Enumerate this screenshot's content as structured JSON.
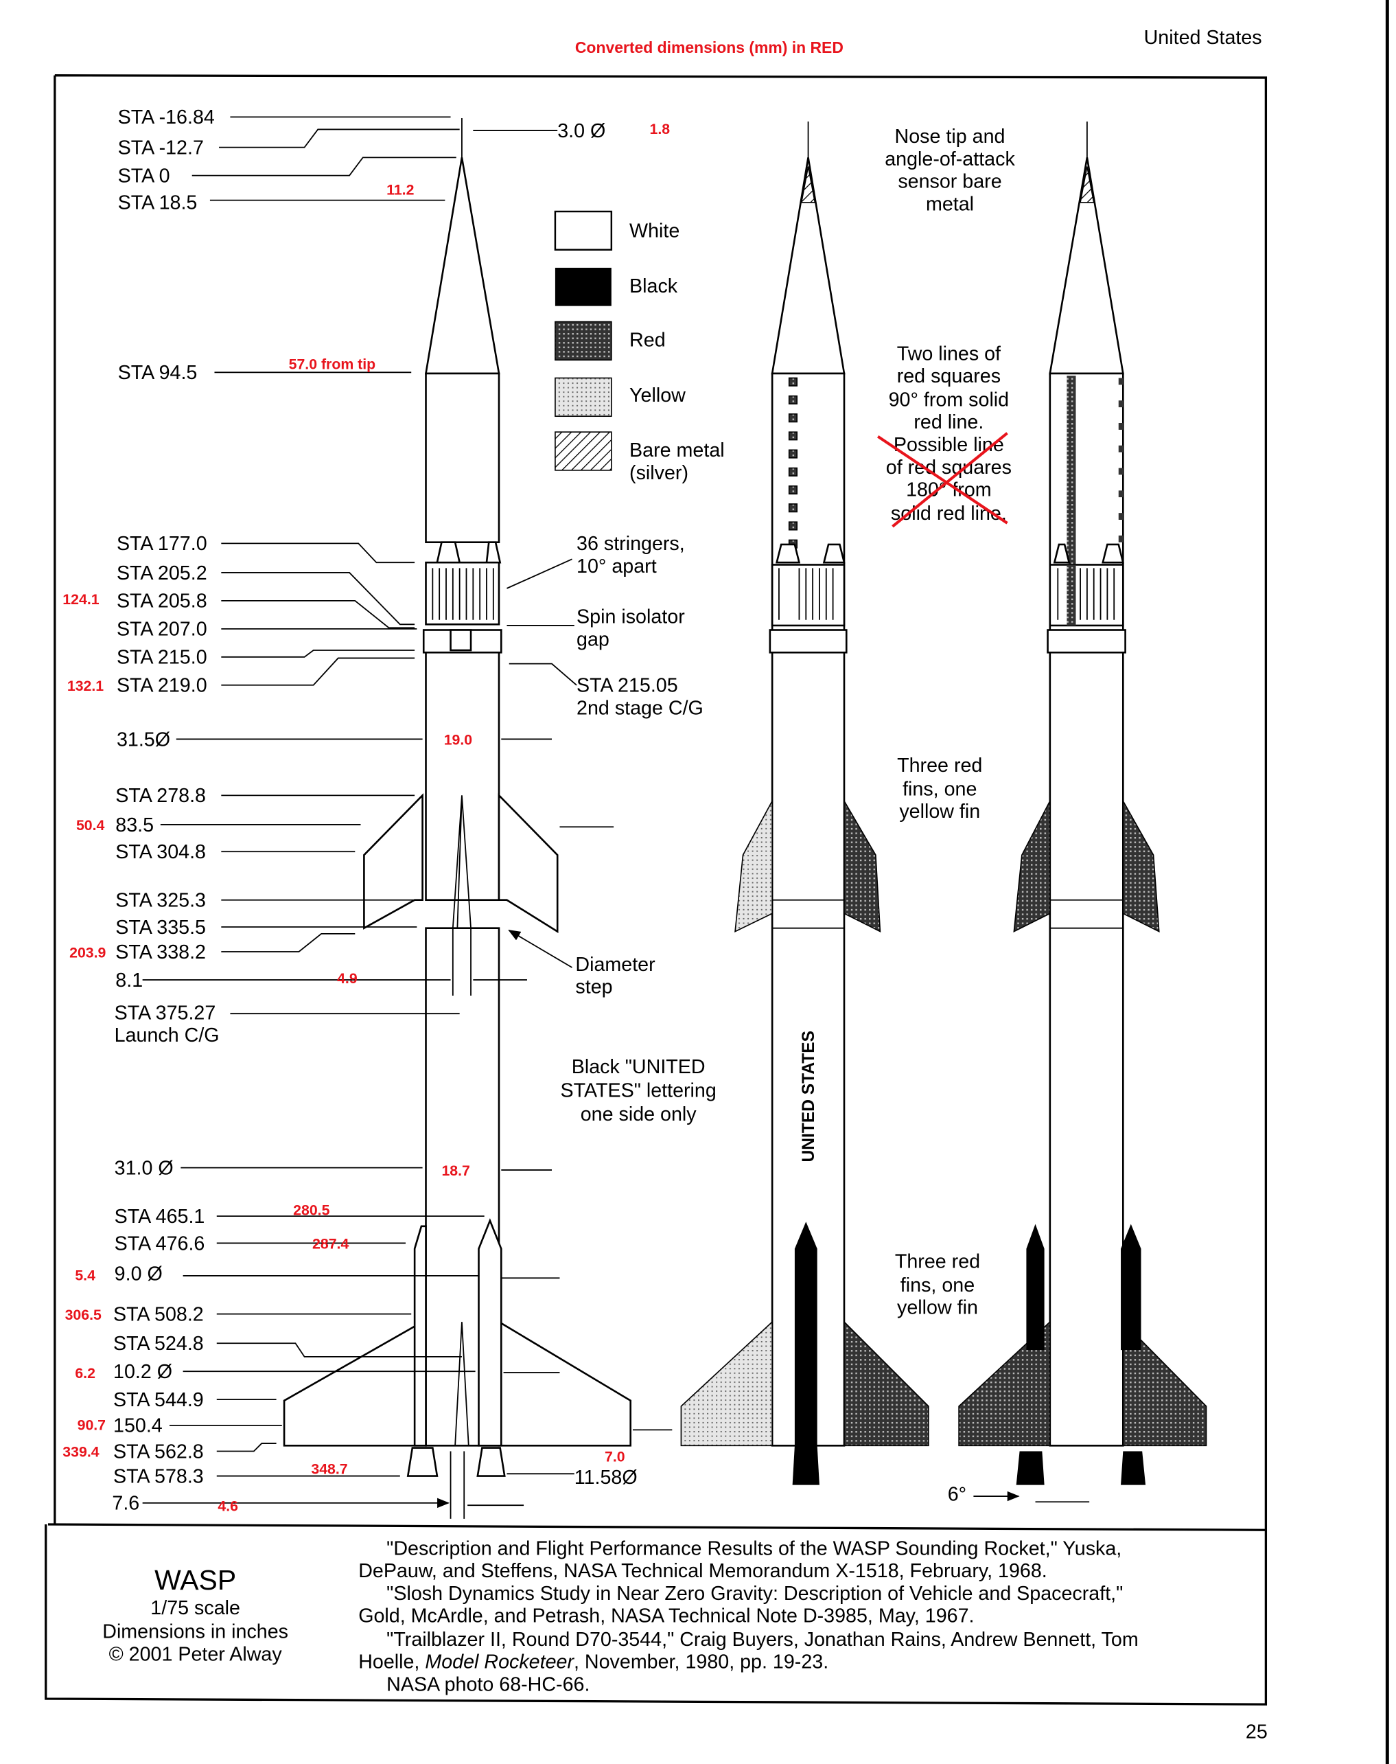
{
  "header": {
    "converted_note": "Converted dimensions (mm) in RED",
    "country": "United States"
  },
  "left_labels": [
    "STA -16.84",
    "STA -12.7",
    "STA 0",
    "STA 18.5",
    "STA 94.5",
    "STA 177.0",
    "STA 205.2",
    "STA 205.8",
    "STA 207.0",
    "STA 215.0",
    "STA 219.0",
    "31.5Ø",
    "STA 278.8",
    "83.5",
    "STA 304.8",
    "STA 325.3",
    "STA 335.5",
    "STA 338.2",
    "8.1",
    "STA 375.27",
    "Launch C/G",
    "31.0 Ø",
    "STA 465.1",
    "STA 476.6",
    "9.0 Ø",
    "STA 508.2",
    "STA 524.8",
    "10.2 Ø",
    "STA 544.9",
    "150.4",
    "STA 562.8",
    "STA 578.3",
    "7.6"
  ],
  "red_labels": [
    "1.8",
    "11.2",
    "57.0 from tip",
    "124.1",
    "132.1",
    "19.0",
    "50.4",
    "203.9",
    "4.9",
    "18.7",
    "280.5",
    "287.4",
    "5.4",
    "306.5",
    "6.2",
    "90.7",
    "339.4",
    "348.7",
    "7.0",
    "4.6"
  ],
  "right_dims": {
    "nose_dia": "3.0 Ø",
    "nozzle_dia": "11.58Ø",
    "cant_angle": "6°"
  },
  "legend": [
    {
      "label": "White",
      "swatch": "white"
    },
    {
      "label": "Black",
      "swatch": "black"
    },
    {
      "label": "Red",
      "swatch": "red-pattern"
    },
    {
      "label": "Yellow",
      "swatch": "yellow-pattern"
    },
    {
      "label": "Bare metal",
      "label2": "(silver)",
      "swatch": "bare-metal-pattern"
    }
  ],
  "annotations": {
    "stringers": [
      "36 stringers,",
      "10° apart"
    ],
    "spin_isolator": [
      "Spin isolator",
      "gap"
    ],
    "second_stage_cg": [
      "STA 215.05",
      "2nd stage C/G"
    ],
    "diameter_step": [
      "Diameter",
      "step"
    ],
    "lettering": [
      "Black \"UNITED",
      "STATES\" lettering",
      "one side only"
    ],
    "nose_tip": [
      "Nose tip and",
      "angle-of-attack",
      "sensor bare",
      "metal"
    ],
    "red_squares": [
      "Two lines of",
      "red squares",
      "90° from solid",
      "red line."
    ],
    "possible_line_crossed": [
      "Possible line",
      "of red squares",
      "180° from",
      "solid red line."
    ],
    "upper_fins": [
      "Three red",
      "fins, one",
      "yellow fin"
    ],
    "lower_fins": [
      "Three red",
      "fins, one",
      "yellow fin"
    ],
    "body_lettering": "UNITED STATES"
  },
  "footer": {
    "title": "WASP",
    "scale": "1/75 scale",
    "units": "Dimensions in inches",
    "copyright": "© 2001 Peter Alway",
    "references": [
      "\"Description and Flight Performance Results of the WASP Sounding Rocket,\" Yuska,",
      "DePauw, and Steffens, NASA Technical Memorandum X-1518, February, 1968.",
      "\"Slosh Dynamics Study in Near Zero Gravity:  Description of Vehicle and Spacecraft,\"",
      "Gold, McArdle, and Petrash, NASA Technical Note D-3985, May, 1967.",
      "\"Trailblazer II, Round D70-3544,\" Craig Buyers, Jonathan Rains, Andrew Bennett, Tom",
      "Hoelle, ",
      "Model Rocketeer",
      ", November, 1980, pp. 19-23.",
      "NASA photo 68-HC-66."
    ],
    "page_number": "25"
  },
  "colors": {
    "dimension_red": "#e8141c",
    "ink": "#000000"
  }
}
